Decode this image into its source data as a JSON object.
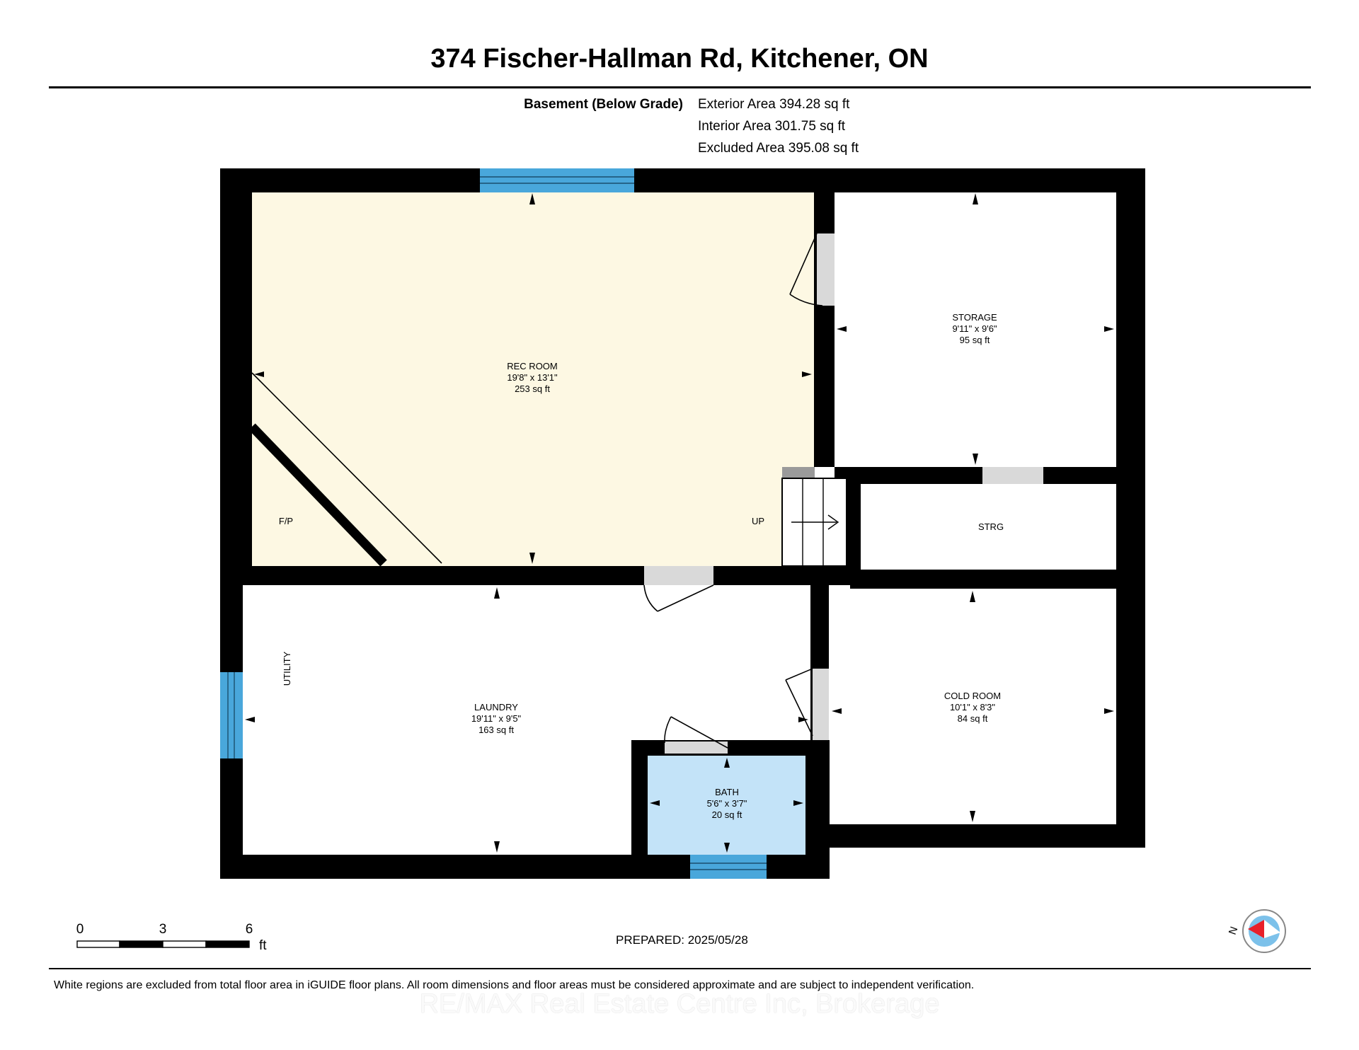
{
  "title": "374 Fischer-Hallman Rd, Kitchener, ON",
  "level": {
    "name": "Basement (Below Grade)",
    "exterior_area": "Exterior Area 394.28 sq ft",
    "interior_area": "Interior Area 301.75 sq ft",
    "excluded_area": "Excluded Area 395.08 sq ft"
  },
  "rooms": {
    "rec_room": {
      "name": "REC ROOM",
      "dims": "19'8\" x 13'1\"",
      "area": "253 sq ft"
    },
    "storage": {
      "name": "STORAGE",
      "dims": "9'11\" x 9'6\"",
      "area": "95 sq ft"
    },
    "laundry": {
      "name": "LAUNDRY",
      "dims": "19'11\" x 9'5\"",
      "area": "163 sq ft"
    },
    "cold_room": {
      "name": "COLD ROOM",
      "dims": "10'1\" x 8'3\"",
      "area": "84 sq ft"
    },
    "bath": {
      "name": "BATH",
      "dims": "5'6\" x 3'7\"",
      "area": "20 sq ft"
    }
  },
  "labels": {
    "fp": "F/P",
    "up": "UP",
    "strg": "STRG",
    "utility": "UTILITY"
  },
  "scale": {
    "ticks": [
      "0",
      "3",
      "6"
    ],
    "unit": "ft"
  },
  "compass": {
    "north": "N"
  },
  "prepared": "PREPARED: 2025/05/28",
  "disclaimer": "White regions are excluded from total floor area in iGUIDE floor plans. All room dimensions and floor areas must be considered approximate and are subject to independent verification.",
  "watermark": "RE/MAX Real Estate Centre Inc, Brokerage",
  "colors": {
    "wall": "#000000",
    "rec_fill": "#fdf8e3",
    "bath_fill": "#c3e3f8",
    "window": "#49a7db",
    "door_gap": "#d9d9d9",
    "compass_red": "#e8202a"
  }
}
